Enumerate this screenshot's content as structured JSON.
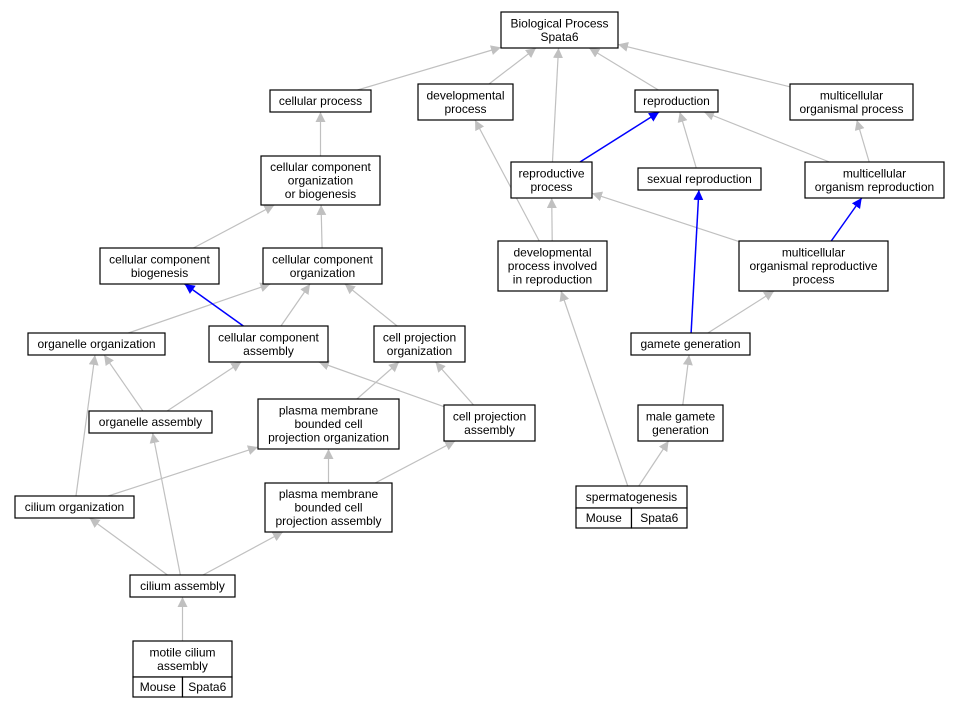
{
  "colors": {
    "edge_default": "#c0c0c0",
    "edge_highlight": "#0000ff",
    "annotation_fill": "#add8e6"
  },
  "nodes": {
    "bp": {
      "lines": [
        "Biological Process",
        "Spata6"
      ]
    },
    "cp": {
      "lines": [
        "cellular process"
      ]
    },
    "dp": {
      "lines": [
        "developmental",
        "process"
      ]
    },
    "rep": {
      "lines": [
        "reproduction"
      ]
    },
    "mop": {
      "lines": [
        "multicellular",
        "organismal process"
      ]
    },
    "ccob": {
      "lines": [
        "cellular component",
        "organization",
        "or biogenesis"
      ]
    },
    "rp": {
      "lines": [
        "reproductive",
        "process"
      ]
    },
    "sr": {
      "lines": [
        "sexual reproduction"
      ]
    },
    "mor": {
      "lines": [
        "multicellular",
        "organism reproduction"
      ]
    },
    "ccb": {
      "lines": [
        "cellular component",
        "biogenesis"
      ]
    },
    "cco": {
      "lines": [
        "cellular component",
        "organization"
      ]
    },
    "dpir": {
      "lines": [
        "developmental",
        "process involved",
        "in reproduction"
      ]
    },
    "morp": {
      "lines": [
        "multicellular",
        "organismal reproductive",
        "process"
      ]
    },
    "oo": {
      "lines": [
        "organelle organization"
      ]
    },
    "cca": {
      "lines": [
        "cellular component",
        "assembly"
      ]
    },
    "cpo": {
      "lines": [
        "cell projection",
        "organization"
      ]
    },
    "gg": {
      "lines": [
        "gamete generation"
      ]
    },
    "oa": {
      "lines": [
        "organelle assembly"
      ]
    },
    "pmo": {
      "lines": [
        "plasma membrane",
        "bounded cell",
        "projection organization"
      ]
    },
    "cpa": {
      "lines": [
        "cell projection",
        "assembly"
      ]
    },
    "mgg": {
      "lines": [
        "male gamete",
        "generation"
      ]
    },
    "co": {
      "lines": [
        "cilium organization"
      ]
    },
    "pma": {
      "lines": [
        "plasma membrane",
        "bounded cell",
        "projection assembly"
      ]
    },
    "sg": {
      "lines": [
        "spermatogenesis"
      ],
      "annotation": [
        "Mouse",
        "Spata6"
      ]
    },
    "ca": {
      "lines": [
        "cilium assembly"
      ]
    },
    "mca": {
      "lines": [
        "motile cilium",
        "assembly"
      ],
      "annotation": [
        "Mouse",
        "Spata6"
      ]
    }
  },
  "edges": [
    {
      "from": "cp",
      "to": "bp"
    },
    {
      "from": "dp",
      "to": "bp"
    },
    {
      "from": "rp",
      "to": "bp"
    },
    {
      "from": "rep",
      "to": "bp"
    },
    {
      "from": "mop",
      "to": "bp"
    },
    {
      "from": "ccob",
      "to": "cp"
    },
    {
      "from": "rp",
      "to": "rep",
      "highlight": true
    },
    {
      "from": "sr",
      "to": "rep"
    },
    {
      "from": "mor",
      "to": "rep"
    },
    {
      "from": "mor",
      "to": "mop"
    },
    {
      "from": "ccb",
      "to": "ccob"
    },
    {
      "from": "cco",
      "to": "ccob"
    },
    {
      "from": "dpir",
      "to": "dp"
    },
    {
      "from": "dpir",
      "to": "rp"
    },
    {
      "from": "morp",
      "to": "rp"
    },
    {
      "from": "morp",
      "to": "mor",
      "highlight": true
    },
    {
      "from": "gg",
      "to": "sr",
      "highlight": true
    },
    {
      "from": "gg",
      "to": "morp"
    },
    {
      "from": "oo",
      "to": "cco"
    },
    {
      "from": "cca",
      "to": "cco"
    },
    {
      "from": "cpo",
      "to": "cco"
    },
    {
      "from": "cca",
      "to": "ccb",
      "highlight": true
    },
    {
      "from": "oa",
      "to": "oo"
    },
    {
      "from": "oa",
      "to": "cca"
    },
    {
      "from": "pmo",
      "to": "cpo"
    },
    {
      "from": "cpa",
      "to": "cpo"
    },
    {
      "from": "cpa",
      "to": "cca"
    },
    {
      "from": "co",
      "to": "pmo"
    },
    {
      "from": "pma",
      "to": "pmo"
    },
    {
      "from": "pma",
      "to": "cpa"
    },
    {
      "from": "mgg",
      "to": "gg"
    },
    {
      "from": "sg",
      "to": "mgg"
    },
    {
      "from": "sg",
      "to": "dpir"
    },
    {
      "from": "ca",
      "to": "co"
    },
    {
      "from": "ca",
      "to": "pma"
    },
    {
      "from": "ca",
      "to": "oa"
    },
    {
      "from": "co",
      "to": "oo"
    },
    {
      "from": "mca",
      "to": "ca"
    }
  ]
}
